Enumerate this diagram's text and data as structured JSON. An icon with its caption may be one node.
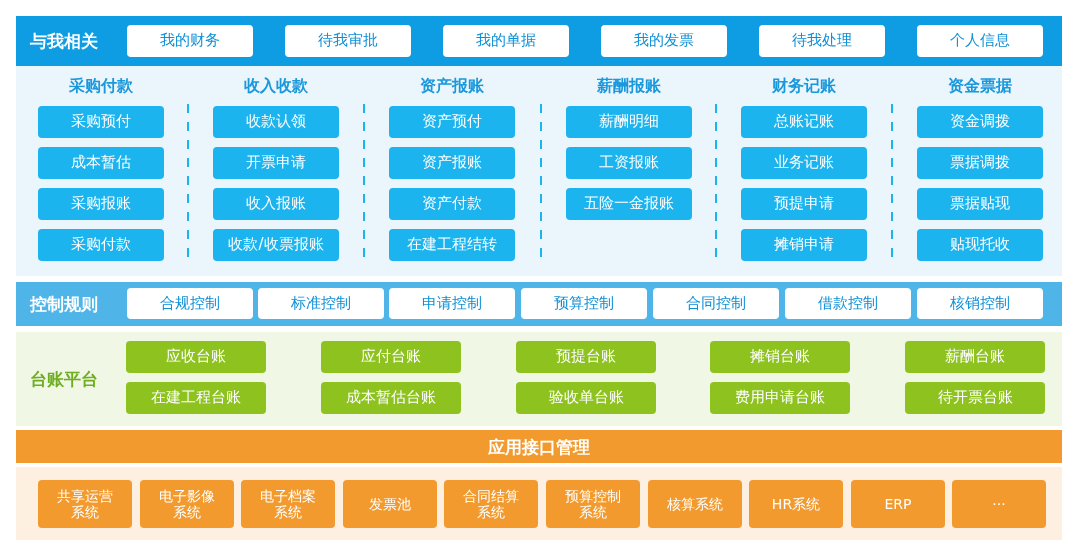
{
  "diagram": {
    "nodes": [
      {
        "text": [
          "与我相关"
        ]
      },
      {
        "text": [
          "我的财务"
        ],
        "in": 0
      },
      {
        "text": [
          "待我审批"
        ],
        "in": 0
      },
      {
        "text": [
          "我的单据"
        ],
        "in": 0
      },
      {
        "text": [
          "我的发票"
        ],
        "in": 0
      },
      {
        "text": [
          "待我处理"
        ],
        "in": 0
      },
      {
        "text": [
          "个人信息"
        ],
        "in": 0
      },
      {
        "text": [
          "采购付款",
          "收入收款",
          "资产报账",
          "薪酬报账",
          "财务记账",
          "资金票据"
        ]
      },
      {
        "text": [
          "采购预付"
        ],
        "in": 7
      },
      {
        "text": [
          "成本暂估"
        ],
        "in": 7
      },
      {
        "text": [
          "采购报账"
        ],
        "in": 7
      },
      {
        "text": [
          "采购付款"
        ],
        "in": 7
      },
      {
        "text": [
          "收款认领"
        ],
        "in": 7
      },
      {
        "text": [
          "开票申请"
        ],
        "in": 7
      },
      {
        "text": [
          "收入报账"
        ],
        "in": 7
      },
      {
        "text": [
          "收款/收票报账"
        ],
        "in": 7
      },
      {
        "text": [
          "资产预付"
        ],
        "in": 7
      },
      {
        "text": [
          "资产报账"
        ],
        "in": 7
      },
      {
        "text": [
          "资产付款"
        ],
        "in": 7
      },
      {
        "text": [
          "在建工程结转"
        ],
        "in": 7
      },
      {
        "text": [
          "薪酬明细"
        ],
        "in": 7
      },
      {
        "text": [
          "工资报账"
        ],
        "in": 7
      },
      {
        "text": [
          "五险一金报账"
        ],
        "in": 7
      },
      {
        "text": [
          "总账记账"
        ],
        "in": 7
      },
      {
        "text": [
          "业务记账"
        ],
        "in": 7
      },
      {
        "text": [
          "预提申请"
        ],
        "in": 7
      },
      {
        "text": [
          "摊销申请"
        ],
        "in": 7
      },
      {
        "text": [
          "资金调拨"
        ],
        "in": 7
      },
      {
        "text": [
          "票据调拨"
        ],
        "in": 7
      },
      {
        "text": [
          "票据贴现"
        ],
        "in": 7
      },
      {
        "text": [
          "贴现托收"
        ],
        "in": 7
      },
      {
        "text": [
          "控制规则"
        ]
      },
      {
        "text": [
          "合规控制"
        ],
        "in": 31
      },
      {
        "text": [
          "标准控制"
        ],
        "in": 31
      },
      {
        "text": [
          "申请控制"
        ],
        "in": 31
      },
      {
        "text": [
          "预算控制"
        ],
        "in": 31
      },
      {
        "text": [
          "合同控制"
        ],
        "in": 31
      },
      {
        "text": [
          "借款控制"
        ],
        "in": 31
      },
      {
        "text": [
          "核销控制"
        ],
        "in": 31
      },
      {
        "text": [
          "台账平台"
        ]
      },
      {
        "text": [
          "应收台账"
        ],
        "in": 39
      },
      {
        "text": [
          "应付台账"
        ],
        "in": 39
      },
      {
        "text": [
          "预提台账"
        ],
        "in": 39
      },
      {
        "text": [
          "摊销台账"
        ],
        "in": 39
      },
      {
        "text": [
          "薪酬台账"
        ],
        "in": 39
      },
      {
        "text": [
          "在建工程台账"
        ],
        "in": 39
      },
      {
        "text": [
          "成本暂估台账"
        ],
        "in": 39
      },
      {
        "text": [
          "验收单台账"
        ],
        "in": 39
      },
      {
        "text": [
          "费用申请台账"
        ],
        "in": 39
      },
      {
        "text": [
          "待开票台账"
        ],
        "in": 39
      },
      {
        "text": [
          "应用接口管理"
        ]
      },
      {
        "text": [],
        "shape": "box"
      },
      {
        "text": [
          "共享运营系统"
        ],
        "in": 51
      },
      {
        "text": [
          "电子影像系统"
        ],
        "in": 51
      },
      {
        "text": [
          "电子档案系统"
        ],
        "in": 51
      },
      {
        "text": [
          "发票池"
        ],
        "in": 51
      },
      {
        "text": [
          "合同结算系统"
        ],
        "in": 51
      },
      {
        "text": [
          "预算控制系统"
        ],
        "in": 51
      },
      {
        "text": [
          "核算系统"
        ],
        "in": 51
      },
      {
        "text": [
          "HR系统"
        ],
        "in": 51
      },
      {
        "text": [
          "ERP"
        ],
        "in": 51
      },
      {
        "text": [
          "···"
        ],
        "in": 51
      }
    ]
  }
}
